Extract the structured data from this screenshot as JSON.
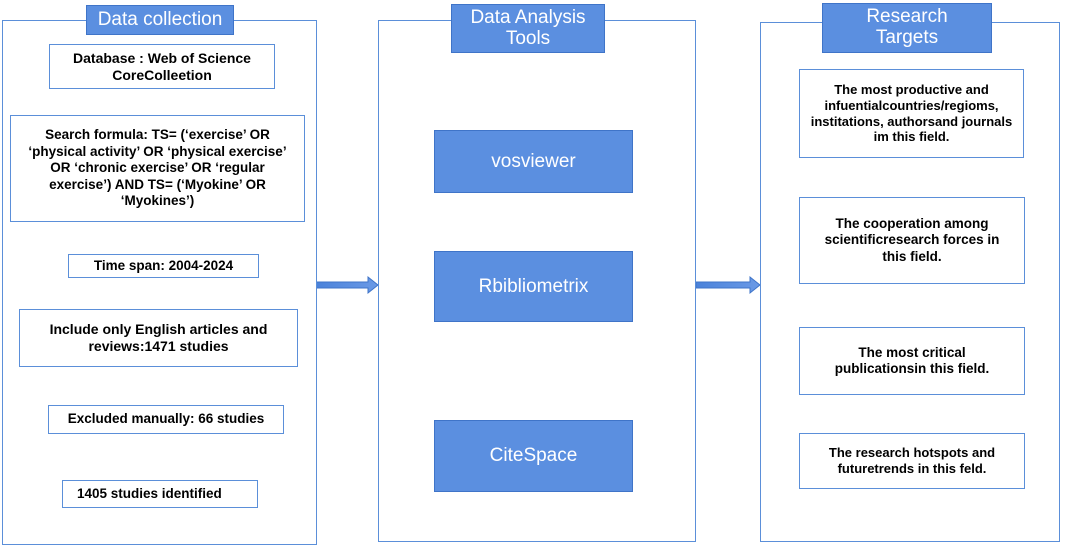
{
  "panels": {
    "data_collection": {
      "title": "Data collection",
      "steps": [
        "Database : Web of Science CoreColleetion",
        "Search formula: TS= (‘exercise’ OR ‘physical activity’ OR ‘physical exercise’ OR ‘chronic exercise’ OR ‘regular exercise’) AND TS= (‘Myokine’ OR ‘Myokines’)",
        "Time span: 2004-2024",
        "Include only English articles and reviews:1471 studies",
        "Excluded manually: 66 studies",
        "1405 studies identified"
      ]
    },
    "analysis_tools": {
      "title": "Data Analysis Tools",
      "tools": [
        "vosviewer",
        "Rbibliometrix",
        "CiteSpace"
      ]
    },
    "research_targets": {
      "title": "Research Targets",
      "targets": [
        "The most productive and infuentialcountries/regioms, institations, authorsand journals im this field.",
        "The cooperation among scientificresearch forces in this field.",
        "The most critical publicationsin this field.",
        "The research hotspots and futuretrends in this feld."
      ]
    }
  },
  "colors": {
    "accent_fill": "#5b8fe0",
    "accent_border": "#3f74c8",
    "arrow": "#4f86dc",
    "panel_border": "#5b8fd9"
  }
}
